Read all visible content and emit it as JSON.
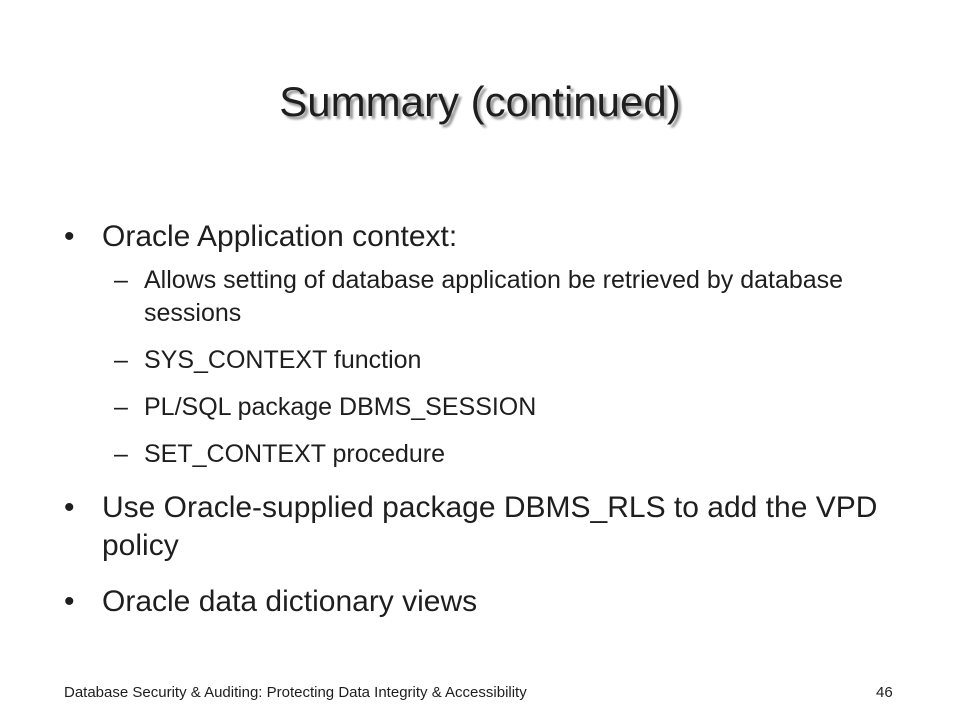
{
  "slide": {
    "title": "Summary (continued)",
    "bullets": [
      {
        "text": "Oracle Application context:",
        "subitems": [
          "Allows setting of database application be retrieved by database sessions",
          "SYS_CONTEXT function",
          "PL/SQL package DBMS_SESSION",
          "SET_CONTEXT procedure"
        ]
      },
      {
        "text": "Use Oracle-supplied package DBMS_RLS to add the VPD policy",
        "subitems": []
      },
      {
        "text": "Oracle data dictionary views",
        "subitems": []
      }
    ],
    "bullet_symbol": "•",
    "sub_bullet_symbol": "–",
    "footer": {
      "text": "Database Security & Auditing: Protecting Data Integrity & Accessibility",
      "page_number": "46"
    }
  }
}
